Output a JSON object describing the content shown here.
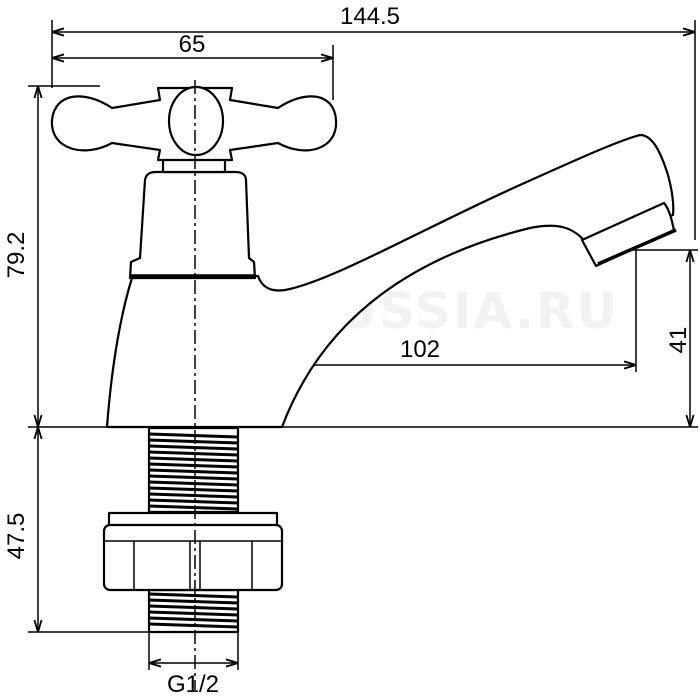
{
  "watermark": "FRAP-RUSSIA.RU",
  "dimensions": {
    "total_length": "144.5",
    "handle_width": "65",
    "body_height": "79.2",
    "spout_height": "41",
    "spout_reach": "102",
    "shank_length": "47.5",
    "thread": "G1/2"
  }
}
